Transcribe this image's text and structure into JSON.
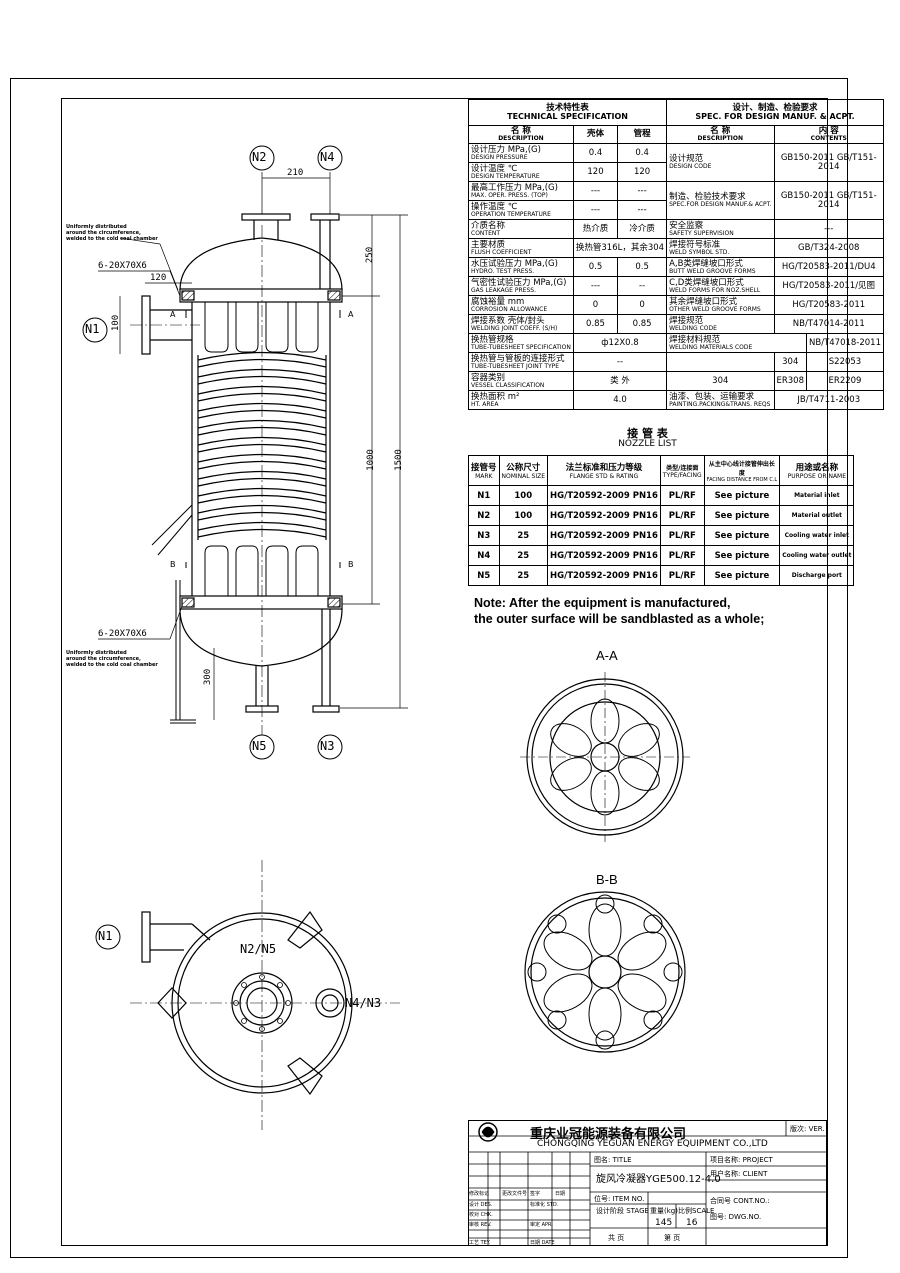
{
  "spec_table": {
    "left_title_cn": "技术特性表",
    "left_title_en": "TECHNICAL SPECIFICATION",
    "right_title_cn": "设计、制造、检验要求",
    "right_title_en": "SPEC. FOR DESIGN MANUF. & ACPT.",
    "col_desc_cn": "名 称",
    "col_desc_en": "DESCRIPTION",
    "col_shell": "壳体",
    "col_tube": "管程",
    "col_desc2_cn": "名 称",
    "col_desc2_en": "DESCRIPTION",
    "col_contents_cn": "内 容",
    "col_contents_en": "CONTENTS",
    "rows": [
      {
        "cn": "设计压力",
        "en": "DESIGN PRESSURE",
        "unit": "MPa,(G)",
        "shell": "0.4",
        "tube": "0.4"
      },
      {
        "cn": "设计温度",
        "en": "DESIGN TEMPERATURE",
        "unit": "℃",
        "shell": "120",
        "tube": "120"
      },
      {
        "cn": "最高工作压力",
        "en": "MAX. OPER. PRESS. (TOP)",
        "unit": "MPa,(G)",
        "shell": "---",
        "tube": "---"
      },
      {
        "cn": "操作温度",
        "en": "OPERATION TEMPERATURE",
        "unit": "℃",
        "shell": "---",
        "tube": "---"
      },
      {
        "cn": "介质名称",
        "en": "CONTENT",
        "unit": "",
        "shell": "热介质",
        "tube": "冷介质"
      },
      {
        "cn": "主要材质",
        "en": "FLUSH COEFFICIENT",
        "unit": "",
        "merged": "换热管316L，其余304"
      },
      {
        "cn": "水压试验压力",
        "en": "HYDRO. TEST PRESS.",
        "unit": "MPa,(G)",
        "shell": "0.5",
        "tube": "0.5"
      },
      {
        "cn": "气密性试验压力",
        "en": "GAS LEAKAGE PRESS.",
        "unit": "MPa,(G)",
        "shell": "---",
        "tube": "--"
      },
      {
        "cn": "腐蚀裕量",
        "en": "CORROSION ALLOWANCE",
        "unit": "mm",
        "shell": "0",
        "tube": "0"
      },
      {
        "cn": "焊接系数 壳体/封头",
        "en": "WELDING JOINT COEFF. (S/H)",
        "unit": "",
        "shell": "0.85",
        "tube": "0.85"
      },
      {
        "cn": "换热管规格",
        "en": "TUBE-TUBESHEET SPECIFICATION",
        "unit": "",
        "merged": "ф12X0.8"
      },
      {
        "cn": "换热管与管板的连接形式",
        "en": "TUBE-TUBESHEET JOINT TYPE",
        "unit": "",
        "merged": "--"
      },
      {
        "cn": "容器类别",
        "en": "VESSEL CLASSIFICATION",
        "unit": "",
        "merged": "类 外"
      },
      {
        "cn": "换热面积",
        "en": "HT. AREA",
        "unit": "m²",
        "merged": "4.0"
      }
    ],
    "right_rows": [
      {
        "cn": "设计规范",
        "en": "DESIGN CODE",
        "value": "GB150-2011 GB/T151-2014"
      },
      {
        "cn": "制造、检验技术要求",
        "en": "SPEC.FOR DESIGN MANUF.& ACPT.",
        "value": "GB150-2011 GB/T151-2014"
      },
      {
        "cn": "安全监察",
        "en": "SAFETY SUPERVISION",
        "value": "---"
      },
      {
        "cn": "焊接符号标准",
        "en": "WELD SYMBOL STD.",
        "value": "GB/T324-2008"
      },
      {
        "cn": "A,B类焊缝坡口形式",
        "en": "BUTT WELD GROOVE FORMS",
        "value": "HG/T20583-2011/DU4"
      },
      {
        "cn": "C,D类焊缝坡口形式",
        "en": "WELD FORMS FOR NOZ.SHELL",
        "value": "HG/T20583-2011/见图"
      },
      {
        "cn": "其余焊缝坡口形式",
        "en": "OTHER WELD GROOVE FORMS",
        "value": "HG/T20583-2011"
      },
      {
        "cn": "焊接规范",
        "en": "WELDING CODE",
        "value": "NB/T47014-2011"
      },
      {
        "cn": "焊接材料规范",
        "en": "WELDING MATERIALS CODE",
        "value": "NB/T47018-2011"
      },
      {
        "cn": "",
        "en": "",
        "value": "304",
        "value2": "S22053"
      },
      {
        "cn": "",
        "en": "",
        "value": "304",
        "mid": "ER308",
        "value2": "ER2209"
      },
      {
        "cn": "油漆、包装、运输要求",
        "en": "PAINTING.PACKING&TRANS. REQS",
        "value": "JB/T4711-2003"
      }
    ]
  },
  "nozzle_list": {
    "title_cn": "接 管 表",
    "title_en": "NOZZLE LIST",
    "headers": [
      {
        "cn": "接管号",
        "en": "MARK"
      },
      {
        "cn": "公称尺寸",
        "en": "NOMINAL SIZE"
      },
      {
        "cn": "法兰标准和压力等级",
        "en": "FLANGE STD & RATING"
      },
      {
        "cn": "类型/连接面",
        "en": "TYPE/FACING"
      },
      {
        "cn": "从主中心线计接管伸出长度",
        "en": "FACING DISTANCE FROM C.L"
      },
      {
        "cn": "用途或名称",
        "en": "PURPOSE OR NAME"
      }
    ],
    "rows": [
      {
        "mark": "N1",
        "size": "100",
        "flange": "HG/T20592-2009 PN16",
        "type": "PL/RF",
        "dist": "See picture",
        "purpose": "Material inlet"
      },
      {
        "mark": "N2",
        "size": "100",
        "flange": "HG/T20592-2009 PN16",
        "type": "PL/RF",
        "dist": "See picture",
        "purpose": "Material outlet"
      },
      {
        "mark": "N3",
        "size": "25",
        "flange": "HG/T20592-2009 PN16",
        "type": "PL/RF",
        "dist": "See picture",
        "purpose": "Cooling water inlet"
      },
      {
        "mark": "N4",
        "size": "25",
        "flange": "HG/T20592-2009 PN16",
        "type": "PL/RF",
        "dist": "See picture",
        "purpose": "Cooling water outlet"
      },
      {
        "mark": "N5",
        "size": "25",
        "flange": "HG/T20592-2009 PN16",
        "type": "PL/RF",
        "dist": "See picture",
        "purpose": "Discharge port"
      }
    ]
  },
  "note": {
    "line1": "Note: After the equipment is manufactured,",
    "line2": "the outer surface will be sandblasted as a whole;"
  },
  "sections": {
    "aa": "A-A",
    "bb": "B-B"
  },
  "drawing_labels": {
    "n1": "N1",
    "n2": "N2",
    "n3": "N3",
    "n4": "N4",
    "n5": "N5",
    "n2n5": "N2/N5",
    "n4n3": "N4/N3",
    "dim_210": "210",
    "dim_120": "120",
    "dim_100": "100",
    "dim_250": "250",
    "dim_1000": "1000",
    "dim_1500": "1500",
    "dim_300": "300",
    "weld_top": "6-20X70X6",
    "weld_bottom": "6-20X70X6",
    "weld_note_top_1": "Uniformly distributed",
    "weld_note_top_2": "around the circumference,",
    "weld_note_top_3": "welded to the cold coal chamber",
    "weld_note_bot_1": "Uniformly distributed",
    "weld_note_bot_2": "around the circumference,",
    "weld_note_bot_3": "welded to the cold coal chamber",
    "sec_a": "A",
    "sec_b": "B"
  },
  "title_block": {
    "company_cn": "重庆业冠能源装备有限公司",
    "company_en": "CHONGQING YEGUAN ENERGY EQUIPMENT CO.,LTD",
    "version": "版次: VER.",
    "title_label": "图名: TITLE",
    "title_value": "旋风冷凝器YGE500.12-4.0",
    "item_label": "位号: ITEM NO.",
    "project_label": "项目名称: PROJECT",
    "client_label": "用户名称: CLIENT",
    "contract_label": "合同号 CONT.NO.:",
    "dwg_label": "图号: DWG.NO.",
    "stage_label": "设计阶段 STAGE",
    "weight_label": "重量(kg)",
    "scale_label": "比例SCALE",
    "weight_value": "145",
    "scale_value": "16",
    "sheet_total": "共 页",
    "sheet_no": "第 页",
    "rows_left": [
      "设计 DES.",
      "校对 CHK.",
      "审核 REV.",
      "工艺 TEY."
    ],
    "col_std": "标准化 STD.",
    "col_apr": "审定 APR.",
    "col_date": "日期 DATE",
    "col_rev": "修改标记",
    "col_doc": "更改文件号",
    "col_sign": "签字",
    "col_dt": "日期"
  }
}
